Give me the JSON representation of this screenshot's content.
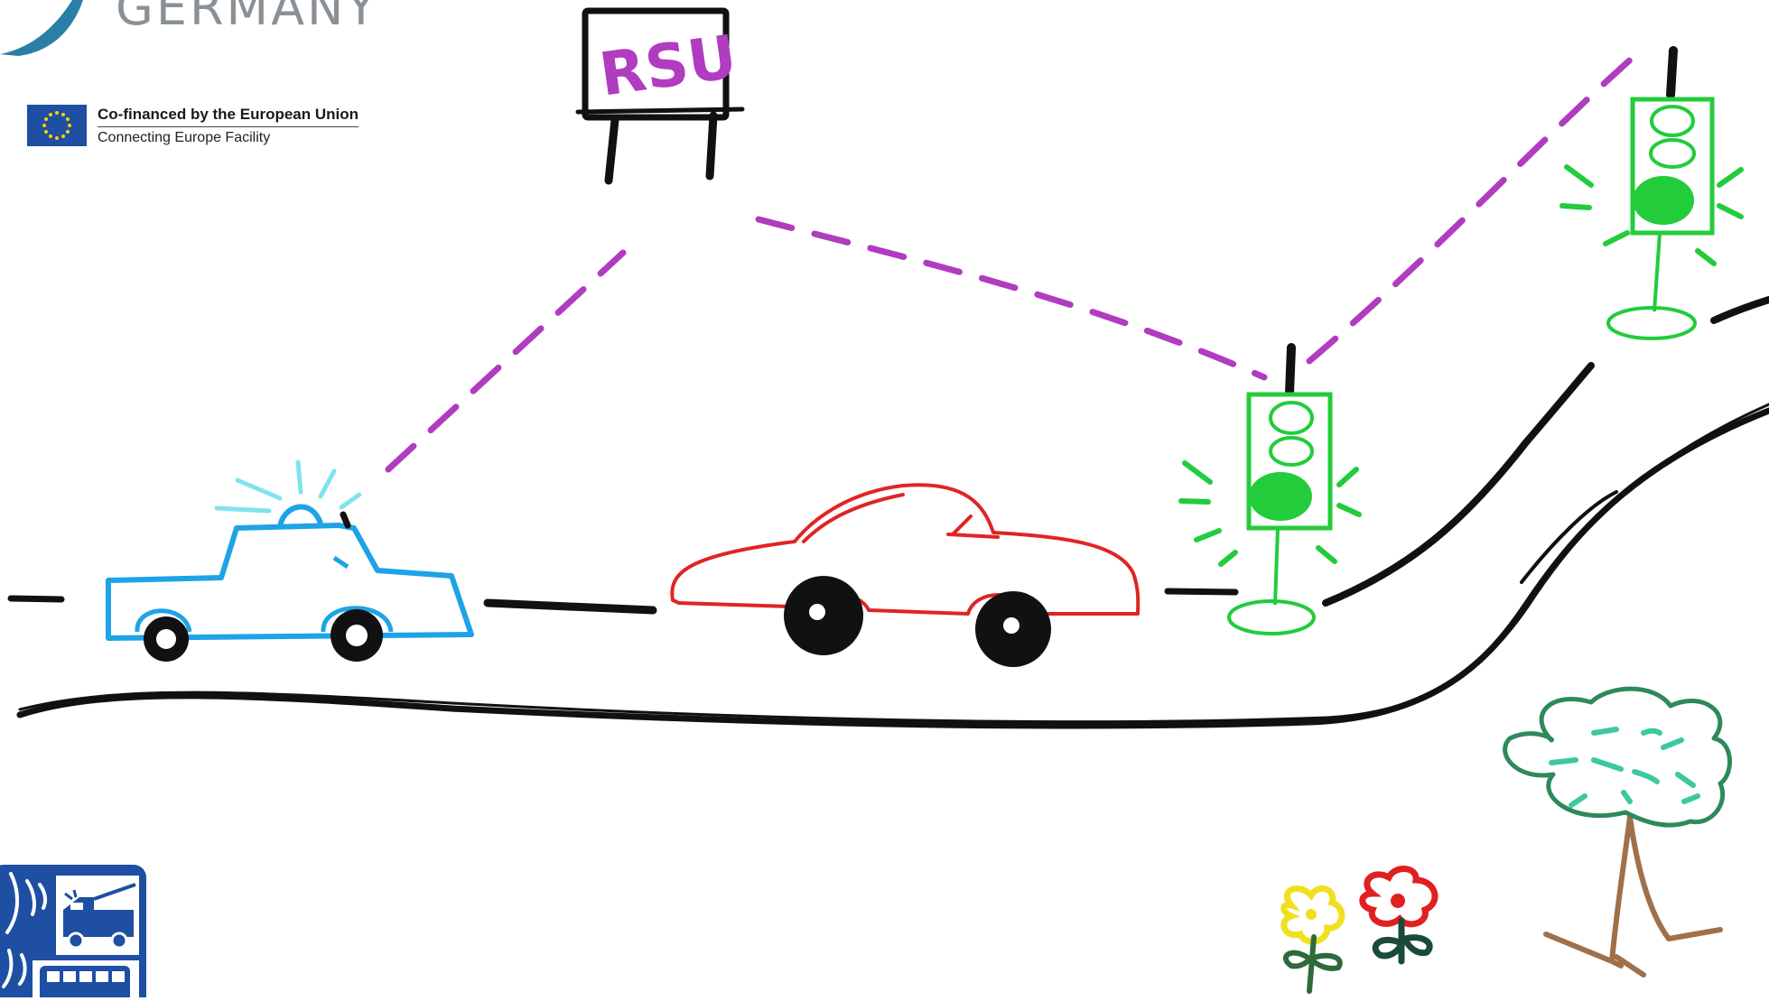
{
  "branding": {
    "country_word": "GERMANY",
    "eu_funding": {
      "line1": "Co-financed by the European Union",
      "line2": "Connecting Europe Facility"
    }
  },
  "scene": {
    "rsu_sign_text": "RSU"
  },
  "colors": {
    "road": "#111111",
    "police_car": "#1ea3e6",
    "emergency_light": "#7fe3ee",
    "red_car": "#e02424",
    "traffic_light": "#22cc3a",
    "v2x_link": "#b03cc0",
    "rsu_text": "#b03cc0",
    "tree_foliage": "#2d8a5a",
    "tree_trunk": "#a0704a",
    "flower_yellow": "#f0e020",
    "flower_red": "#e02020",
    "badge_blue": "#1e4fa3",
    "brand_gray": "#8a9196",
    "eu_flag_blue": "#1e4fa3",
    "eu_star_yellow": "#ffd200"
  },
  "icons": {
    "logo_swoosh": "swoosh-icon",
    "eu_flag": "eu-flag-icon",
    "badge_fire_truck": "fire-truck-icon",
    "badge_bus": "bus-icon"
  }
}
